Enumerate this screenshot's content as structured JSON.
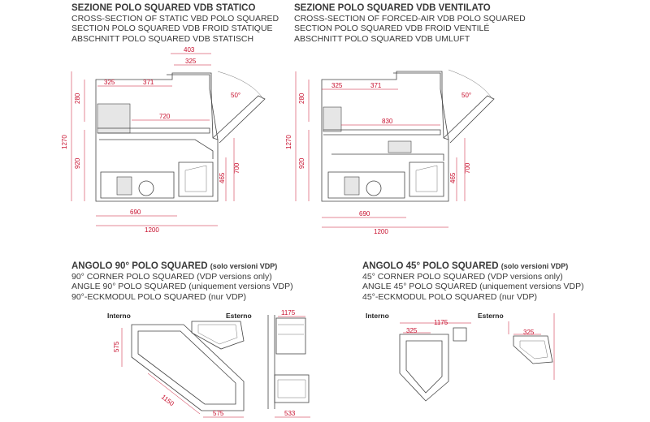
{
  "sections": {
    "static": {
      "title": "SEZIONE POLO SQUARED VDB STATICO",
      "lines": [
        "CROSS-SECTION OF STATIC VBD POLO SQUARED",
        "SECTION POLO SQUARED VDB FROID STATIQUE",
        "ABSCHNITT POLO SQUARED VDB STATISCH"
      ],
      "dims": {
        "top_outer": "403",
        "top_inner": "325",
        "left_325": "325",
        "mid_371": "371",
        "shelf_720": "720",
        "angle": "50°",
        "h280": "280",
        "h1270": "1270",
        "h920": "920",
        "h465": "465",
        "h700": "700",
        "base690": "690",
        "base1200": "1200"
      }
    },
    "forced": {
      "title": "SEZIONE POLO SQUARED VDB VENTILATO",
      "lines": [
        "CROSS-SECTION OF FORCED-AIR VDB POLO SQUARED",
        "SECTION POLO SQUARED VDB FROID VENTILÉ",
        "ABSCHNITT POLO SQUARED VDB UMLUFT"
      ],
      "dims": {
        "top_325": "325",
        "top_371": "371",
        "shelf_830": "830",
        "angle": "50°",
        "h280": "280",
        "h1270": "1270",
        "h920": "920",
        "h465": "465",
        "h700": "700",
        "base690": "690",
        "base1200": "1200"
      }
    },
    "corner90": {
      "title": "ANGOLO 90° POLO SQUARED",
      "title_note": "(solo versioni VDP)",
      "lines": [
        "90° CORNER POLO SQUARED (VDP versions only)",
        "ANGLE 90° POLO SQUARED (uniquement versions VDP)",
        "90°-ECKMODUL POLO SQUARED (nur VDP)"
      ],
      "labels": {
        "interno": "Interno",
        "esterno": "Esterno"
      },
      "dims": {
        "d575a": "575",
        "d1150": "1150",
        "d575b": "575",
        "d533": "533",
        "d1175": "1175"
      }
    },
    "corner45": {
      "title": "ANGOLO 45° POLO SQUARED",
      "title_note": "(solo versioni VDP)",
      "lines": [
        "45° CORNER POLO SQUARED (VDP versions only)",
        "ANGLE 45° POLO SQUARED (uniquement versions VDP)",
        "45°-ECKMODUL POLO SQUARED (nur VDP)"
      ],
      "labels": {
        "interno": "Interno",
        "esterno": "Esterno"
      },
      "dims": {
        "d1175": "1175",
        "d325a": "325",
        "d325b": "325"
      }
    }
  }
}
